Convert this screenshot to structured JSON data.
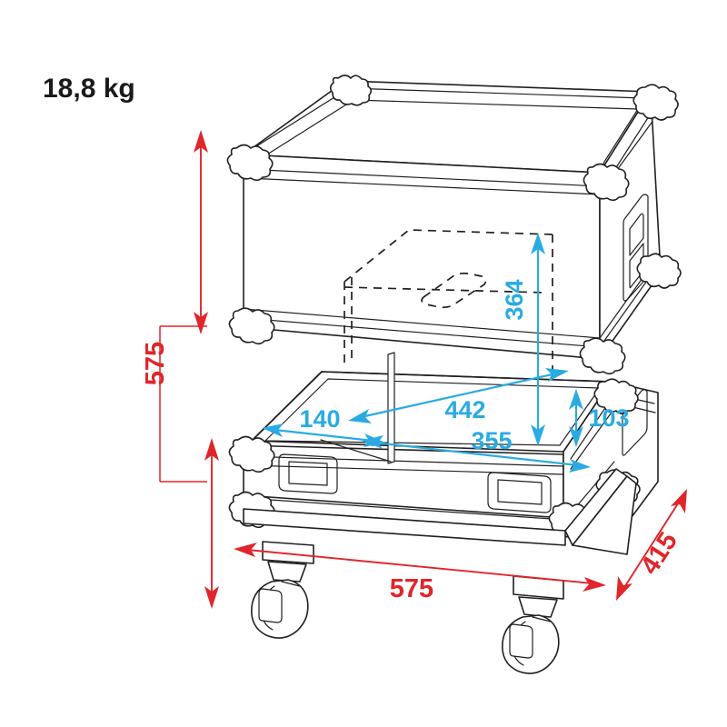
{
  "drawing": {
    "title": "Flight case dimensional drawing",
    "weight_label": "18,8 kg",
    "subject": "wheeled flight case with detachable lid",
    "units": "mm"
  },
  "dimensions": {
    "exterior": [
      {
        "id": "height-total",
        "value": "575",
        "color": "#e0252b",
        "axis": "vertical",
        "note": "overall height including casters"
      },
      {
        "id": "width-total",
        "value": "575",
        "color": "#e0252b",
        "axis": "horizontal",
        "note": "overall width"
      },
      {
        "id": "depth-total",
        "value": "415",
        "color": "#e0252b",
        "axis": "diagonal",
        "note": "overall depth"
      }
    ],
    "interior": [
      {
        "id": "inner-height",
        "value": "364",
        "color": "#29abe2",
        "axis": "vertical",
        "note": "inner usable height"
      },
      {
        "id": "inner-width",
        "value": "442",
        "color": "#29abe2",
        "axis": "horizontal",
        "note": "inner width top"
      },
      {
        "id": "inner-width-base",
        "value": "355",
        "color": "#29abe2",
        "axis": "horizontal",
        "note": "inner width base"
      },
      {
        "id": "inner-depth",
        "value": "140",
        "color": "#29abe2",
        "axis": "horizontal",
        "note": "inner depth tray"
      },
      {
        "id": "base-tray-height",
        "value": "103",
        "color": "#29abe2",
        "axis": "vertical",
        "note": "base tray inner depth"
      }
    ]
  },
  "colors": {
    "exterior_dimension": "#e0252b",
    "interior_dimension": "#29abe2",
    "outline": "#231f20",
    "background": "#ffffff"
  },
  "parts": {
    "lid": "detachable lid with ball corners",
    "base": "wheeled base tray",
    "casters": "swivel casters",
    "handles": "spring-loaded recessed handles",
    "corners": "ball corners"
  }
}
